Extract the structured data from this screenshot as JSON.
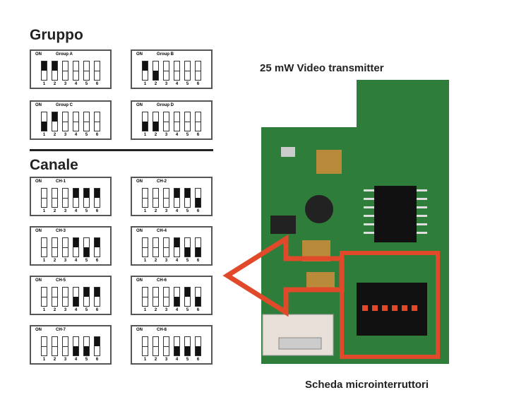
{
  "labels": {
    "group_title": "Gruppo",
    "channel_title": "Canale",
    "board_title": "25 mW Video transmitter",
    "switch_caption": "Scheda microinterruttori",
    "on": "ON"
  },
  "switch_numbers": [
    "1",
    "2",
    "3",
    "4",
    "5",
    "6"
  ],
  "groups": [
    {
      "name": "Group A",
      "states": [
        "on",
        "on",
        "none",
        "none",
        "none",
        "none"
      ]
    },
    {
      "name": "Group B",
      "states": [
        "on",
        "off",
        "none",
        "none",
        "none",
        "none"
      ]
    },
    {
      "name": "Group C",
      "states": [
        "off",
        "on",
        "none",
        "none",
        "none",
        "none"
      ]
    },
    {
      "name": "Group D",
      "states": [
        "off",
        "off",
        "none",
        "none",
        "none",
        "none"
      ]
    }
  ],
  "channels": [
    {
      "name": "CH-1",
      "states": [
        "none",
        "none",
        "none",
        "on",
        "on",
        "on"
      ]
    },
    {
      "name": "CH-2",
      "states": [
        "none",
        "none",
        "none",
        "on",
        "on",
        "off"
      ]
    },
    {
      "name": "CH-3",
      "states": [
        "none",
        "none",
        "none",
        "on",
        "off",
        "on"
      ]
    },
    {
      "name": "CH-4",
      "states": [
        "none",
        "none",
        "none",
        "on",
        "off",
        "off"
      ]
    },
    {
      "name": "CH-5",
      "states": [
        "none",
        "none",
        "none",
        "off",
        "on",
        "on"
      ]
    },
    {
      "name": "CH-6",
      "states": [
        "none",
        "none",
        "none",
        "off",
        "on",
        "off"
      ]
    },
    {
      "name": "CH-7",
      "states": [
        "none",
        "none",
        "none",
        "off",
        "off",
        "on"
      ]
    },
    {
      "name": "CH-8",
      "states": [
        "none",
        "none",
        "none",
        "off",
        "off",
        "off"
      ]
    }
  ],
  "colors": {
    "board": "#2e7d3a",
    "highlight": "#e04a2a"
  }
}
